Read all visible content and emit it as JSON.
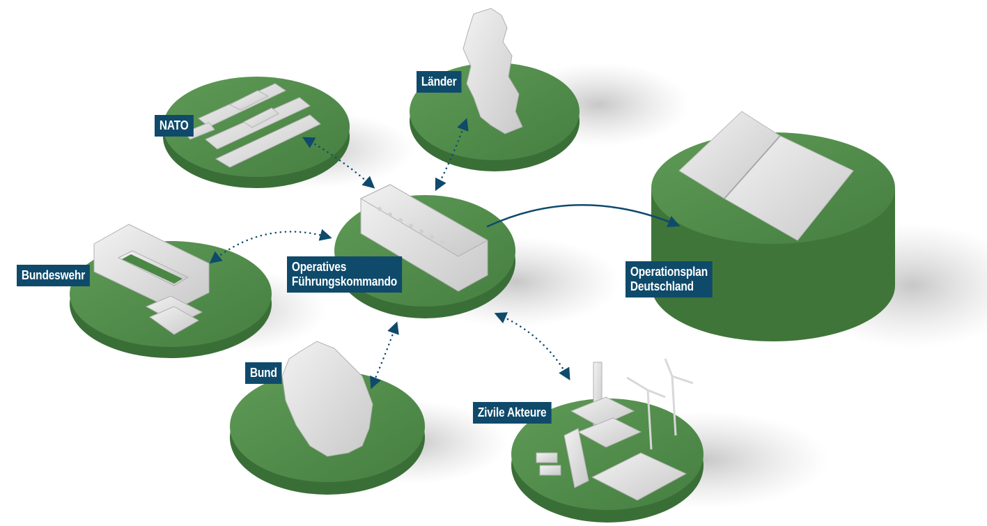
{
  "nodes": {
    "center": {
      "line1": "Operatives",
      "line2": "Führungskommando"
    },
    "nato": {
      "label": "NATO"
    },
    "laender": {
      "label": "Länder"
    },
    "bundeswehr": {
      "label": "Bundeswehr"
    },
    "bund": {
      "label": "Bund"
    },
    "zivile": {
      "label": "Zivile Akteure"
    },
    "oplan": {
      "line1": "Operationsplan",
      "line2": "Deutschland"
    }
  },
  "connections": [
    {
      "from": "Operatives Führungskommando",
      "to": "NATO",
      "style": "dotted",
      "direction": "both"
    },
    {
      "from": "Operatives Führungskommando",
      "to": "Länder",
      "style": "dotted",
      "direction": "both"
    },
    {
      "from": "Operatives Führungskommando",
      "to": "Bundeswehr",
      "style": "dotted",
      "direction": "both"
    },
    {
      "from": "Operatives Führungskommando",
      "to": "Bund",
      "style": "dotted",
      "direction": "both"
    },
    {
      "from": "Operatives Führungskommando",
      "to": "Zivile Akteure",
      "style": "dotted",
      "direction": "both"
    },
    {
      "from": "Operatives Führungskommando",
      "to": "Operationsplan Deutschland",
      "style": "solid",
      "direction": "forward"
    }
  ],
  "colors": {
    "label_bg": "#0f4a6b",
    "arrow": "#0f4a6b",
    "platform": "#4f8a4a",
    "platform_dark": "#3a6e37",
    "model": "#e4e4e4"
  }
}
